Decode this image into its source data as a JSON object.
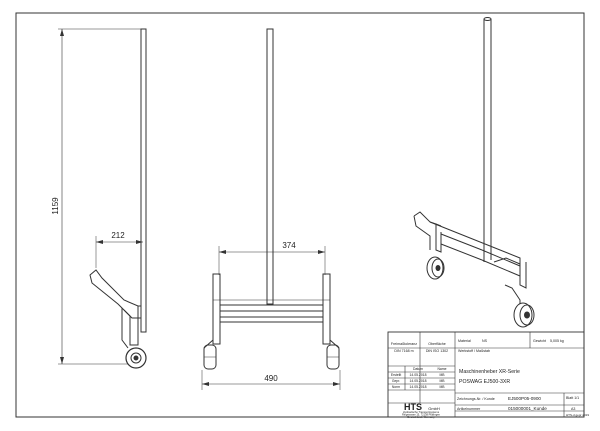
{
  "dimensions": {
    "height_side": "1159",
    "width_side": "212",
    "width_top": "374",
    "width_base": "490"
  },
  "title_block": {
    "tolerance_label": "Freimaßtoleranz",
    "tolerance_value": "DIN 7168 m",
    "surface_label": "Oberfläche",
    "surface_value": "DIN ISO 1302",
    "material_label": "Material",
    "material_value": "NS",
    "weight_label": "Gewicht",
    "weight_value": "5,005 kg",
    "scale_label": "Werkstoff / Maßstab",
    "rows": [
      {
        "label": "Erstellt",
        "date": "14.05.2018",
        "name": "MB"
      },
      {
        "label": "Gepr.",
        "date": "14.05.2018",
        "name": "MB"
      },
      {
        "label": "Norm",
        "date": "14.05.2018",
        "name": "MB"
      }
    ],
    "col_datum": "Datum",
    "col_name": "Name",
    "title_line1": "Maschinenheber XR-Serie",
    "title_line2": "POSWAG EJ500-3XR",
    "drawing_no_label": "Zeichnungs-Nr. / Kunde",
    "drawing_no_value": "EJ500P05-0900",
    "article_label": "Artikelnummer",
    "article_value": "015000001_Kunde",
    "sheet_value": "Blatt 1/1",
    "format_value": "A3",
    "company": "HTS",
    "company_suffix": "GmbH",
    "company_sub1": "Hydraulische Transportsysteme",
    "company_sub2": "Ringstrasse 15, 72138 Pfullingen",
    "company_sub3": "Deutschland / Germany",
    "revision_note": "HTS-d gepr 2019"
  }
}
